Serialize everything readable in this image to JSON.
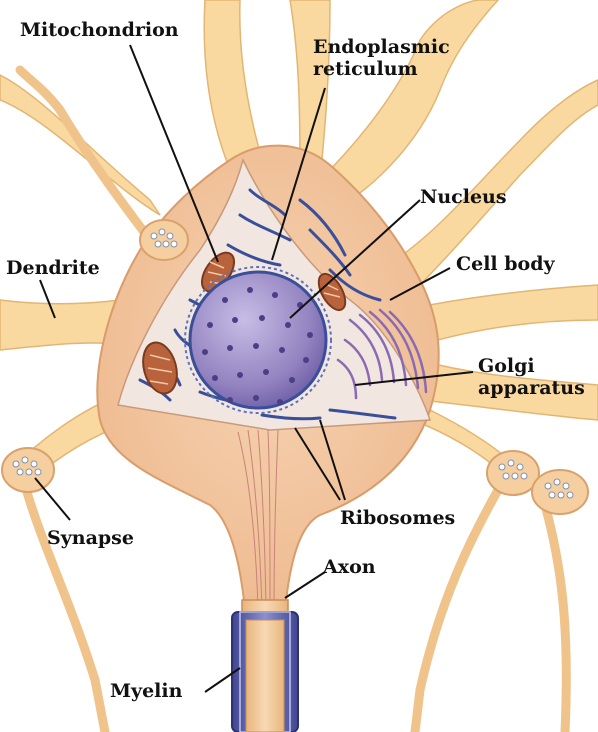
{
  "labels": {
    "mitochondrion": "Mitochondrion",
    "er_line1": "Endoplasmic",
    "er_line2": "reticulum",
    "nucleus": "Nucleus",
    "dendrite": "Dendrite",
    "cell_body": "Cell body",
    "golgi_line1": "Golgi",
    "golgi_line2": "apparatus",
    "ribosomes": "Ribosomes",
    "synapse": "Synapse",
    "axon": "Axon",
    "myelin": "Myelin"
  },
  "colors": {
    "cytoplasm": "#f4c9a1",
    "dendrite_fill": "#f9d9a0",
    "cut_face": "#f0e4de",
    "nucleus": "#9d8ec4",
    "nucleus_pores": "#4b3e87",
    "er_blue": "#3a4f9a",
    "golgi": "#8a6ab0",
    "mitochondria": "#b9633d",
    "myelin": "#5a5fa8",
    "synapse_knob": "#f6cfa0",
    "leader_lines": "#111111"
  }
}
